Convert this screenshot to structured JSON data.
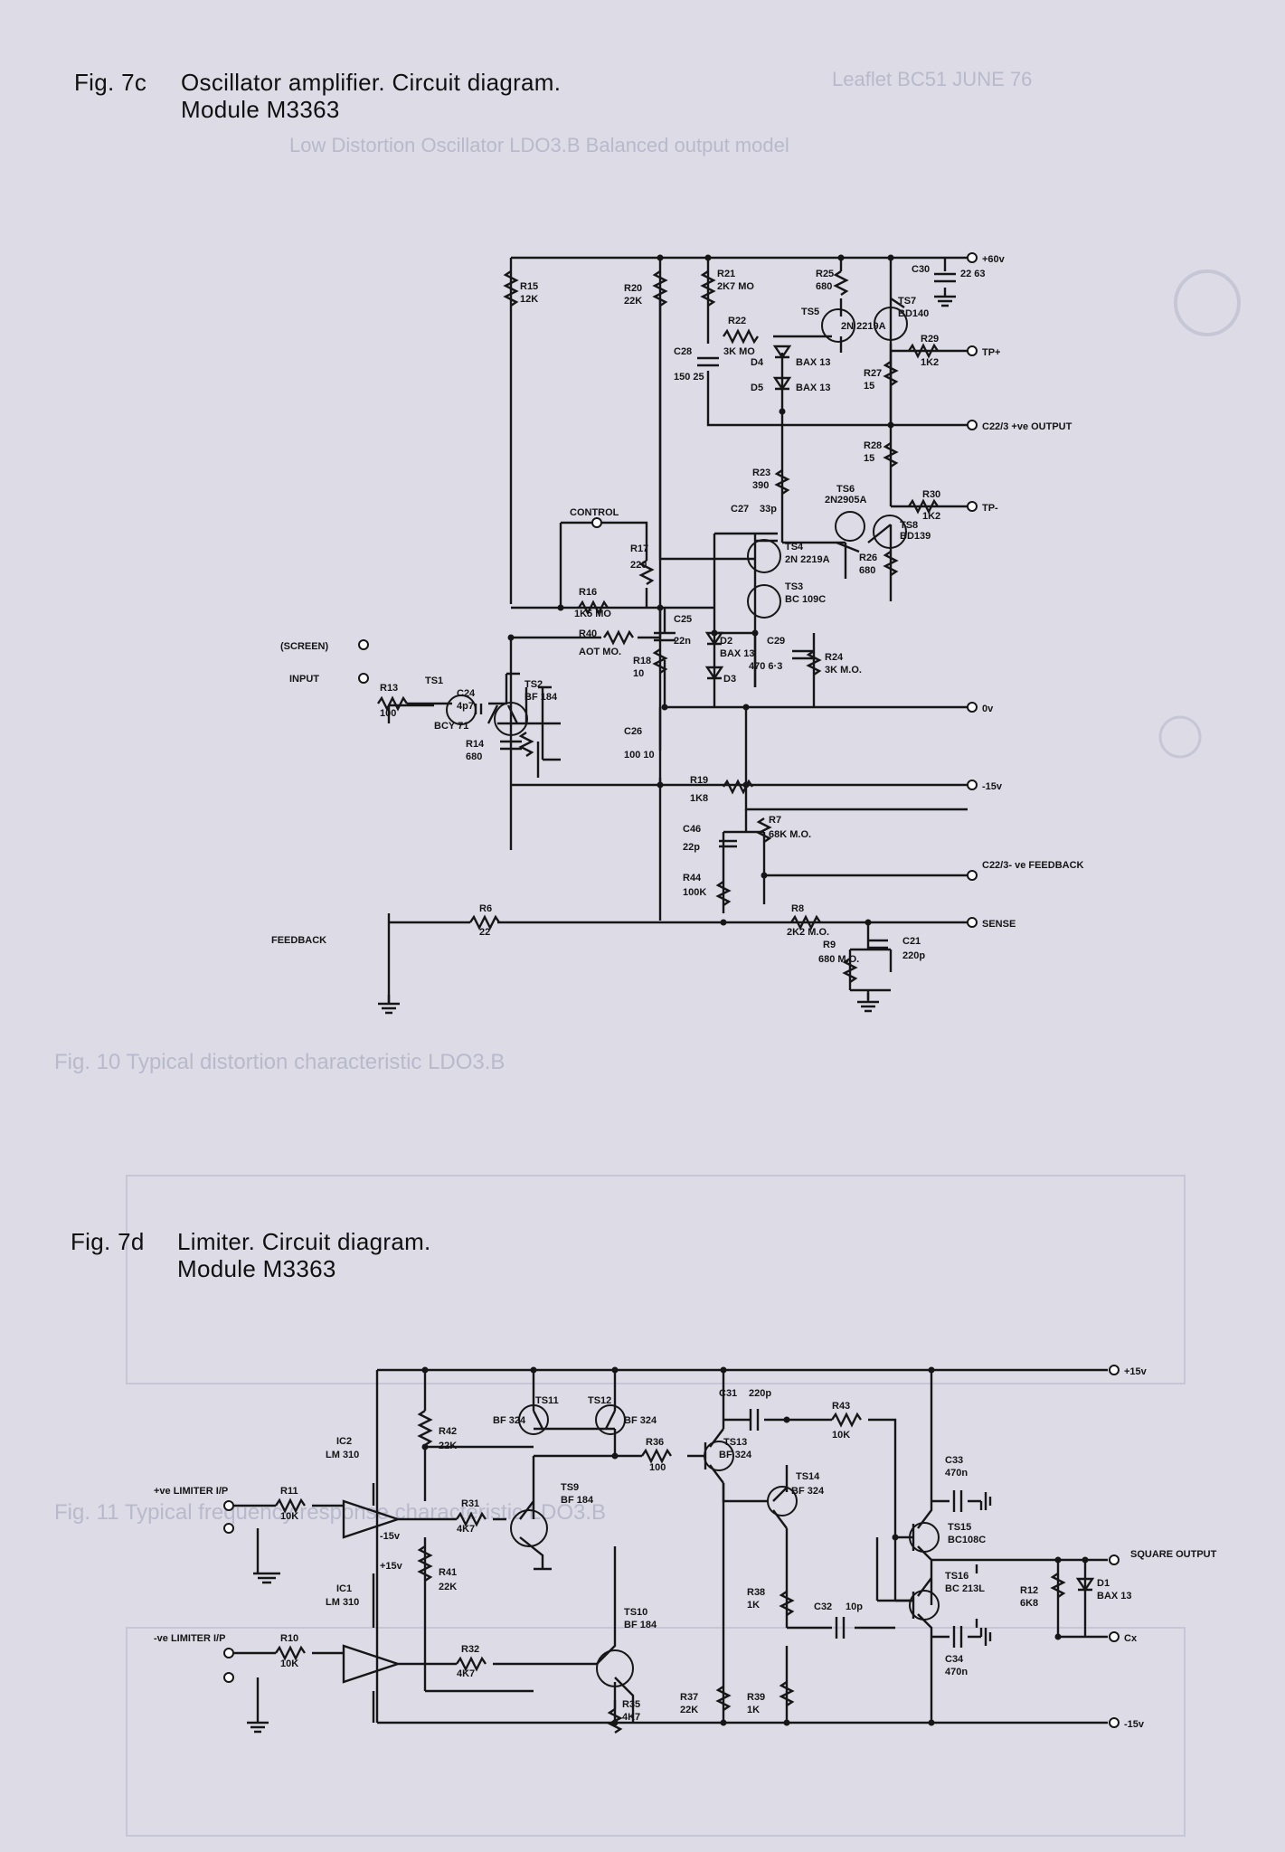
{
  "fig7c": {
    "number": "Fig. 7c",
    "title_line1": "Oscillator amplifier. Circuit diagram.",
    "title_line2": "Module M3363",
    "components": {
      "R15": {
        "ref": "R15",
        "value": "12K"
      },
      "R20": {
        "ref": "R20",
        "value": "22K"
      },
      "R21": {
        "ref": "R21",
        "value": "2K7 MO"
      },
      "R22": {
        "ref": "R22",
        "value": "3K MO"
      },
      "R25": {
        "ref": "R25",
        "value": "680"
      },
      "C30": {
        "ref": "C30",
        "value": "22 63"
      },
      "C28": {
        "ref": "C28",
        "value": "150 25"
      },
      "TS5": {
        "ref": "TS5",
        "value": "2N 2219A"
      },
      "TS7": {
        "ref": "TS7",
        "value": "BD140"
      },
      "R29": {
        "ref": "R29",
        "value": "1K2"
      },
      "D4": {
        "ref": "D4",
        "value": "BAX 13"
      },
      "D5": {
        "ref": "D5",
        "value": "BAX 13"
      },
      "R27": {
        "ref": "R27",
        "value": "15"
      },
      "R28": {
        "ref": "R28",
        "value": "15"
      },
      "R23": {
        "ref": "R23",
        "value": "390"
      },
      "TS6": {
        "ref": "TS6",
        "value": "2N2905A"
      },
      "R30": {
        "ref": "R30",
        "value": "1K2"
      },
      "TS8": {
        "ref": "TS8",
        "value": "BD139"
      },
      "R26": {
        "ref": "R26",
        "value": "680"
      },
      "C27": {
        "ref": "C27",
        "value": "33p"
      },
      "TS4": {
        "ref": "TS4",
        "value": "2N 2219A"
      },
      "TS3": {
        "ref": "TS3",
        "value": "BC 109C"
      },
      "R17": {
        "ref": "R17",
        "value": "220"
      },
      "R16": {
        "ref": "R16",
        "value": "1K5 MO"
      },
      "R40": {
        "ref": "R40",
        "value": "AOT MO."
      },
      "C25": {
        "ref": "C25",
        "value": "22n"
      },
      "D2": {
        "ref": "D2",
        "value": "BAX 13"
      },
      "D3": {
        "ref": "D3",
        "value": ""
      },
      "C29": {
        "ref": "C29",
        "value": "470 6·3"
      },
      "R24": {
        "ref": "R24",
        "value": "3K M.O."
      },
      "R18": {
        "ref": "R18",
        "value": "10"
      },
      "C24": {
        "ref": "C24",
        "value": "4p7"
      },
      "TS1": {
        "ref": "TS1",
        "value": "BCY 71"
      },
      "TS2": {
        "ref": "TS2",
        "value": "BF 184"
      },
      "R13": {
        "ref": "R13",
        "value": "100"
      },
      "R14": {
        "ref": "R14",
        "value": "680"
      },
      "C26": {
        "ref": "C26",
        "value": "100 10"
      },
      "R19": {
        "ref": "R19",
        "value": "1K8"
      },
      "C46": {
        "ref": "C46",
        "value": "22p"
      },
      "R7": {
        "ref": "R7",
        "value": "68K M.O."
      },
      "R44": {
        "ref": "R44",
        "value": "100K"
      },
      "R6": {
        "ref": "R6",
        "value": "22"
      },
      "R8": {
        "ref": "R8",
        "value": "2K2 M.O."
      },
      "R9": {
        "ref": "R9",
        "value": "680 M.O."
      },
      "C21": {
        "ref": "C21",
        "value": "220p"
      }
    },
    "terminals": {
      "plus60": "+60v",
      "tp_plus": "TP+",
      "output": "C22/3 +ve OUTPUT",
      "tp_minus": "TP-",
      "zero_v": "0v",
      "minus15": "-15v",
      "feedback_out": "C22/3- ve FEEDBACK",
      "sense": "SENSE",
      "control": "CONTROL",
      "screen": "(SCREEN)",
      "input": "INPUT",
      "feedback_in": "FEEDBACK"
    }
  },
  "fig7d": {
    "number": "Fig. 7d",
    "title_line1": "Limiter. Circuit diagram.",
    "title_line2": "Module M3363",
    "components": {
      "IC2": {
        "ref": "IC2",
        "value": "LM 310"
      },
      "IC1": {
        "ref": "IC1",
        "value": "LM 310"
      },
      "R11": {
        "ref": "R11",
        "value": "10K"
      },
      "R10": {
        "ref": "R10",
        "value": "10K"
      },
      "R42": {
        "ref": "R42",
        "value": "22K"
      },
      "R41": {
        "ref": "R41",
        "value": "22K"
      },
      "R31": {
        "ref": "R31",
        "value": "4K7"
      },
      "R32": {
        "ref": "R32",
        "value": "4K7"
      },
      "TS9": {
        "ref": "TS9",
        "value": "BF 184"
      },
      "TS10": {
        "ref": "TS10",
        "value": "BF 184"
      },
      "TS11": {
        "ref": "TS11",
        "value": "BF 324"
      },
      "TS12": {
        "ref": "TS12",
        "value": "BF 324"
      },
      "R36": {
        "ref": "R36",
        "value": "100"
      },
      "TS13": {
        "ref": "TS13",
        "value": "BF 324"
      },
      "TS14": {
        "ref": "TS14",
        "value": "BF 324"
      },
      "C31": {
        "ref": "C31",
        "value": "220p"
      },
      "R43": {
        "ref": "R43",
        "value": "10K"
      },
      "R35": {
        "ref": "R35",
        "value": "4K7"
      },
      "R37": {
        "ref": "R37",
        "value": "22K"
      },
      "R39": {
        "ref": "R39",
        "value": "1K"
      },
      "R38": {
        "ref": "R38",
        "value": "1K"
      },
      "C32": {
        "ref": "C32",
        "value": "10p"
      },
      "C33": {
        "ref": "C33",
        "value": "470n"
      },
      "C34": {
        "ref": "C34",
        "value": "470n"
      },
      "TS15": {
        "ref": "TS15",
        "value": "BC108C"
      },
      "TS16": {
        "ref": "TS16",
        "value": "BC 213L"
      },
      "R12": {
        "ref": "R12",
        "value": "6K8"
      },
      "D1": {
        "ref": "D1",
        "value": "BAX 13"
      }
    },
    "terminals": {
      "plus15": "+15v",
      "minus15": "-15v",
      "square_output": "SQUARE OUTPUT",
      "cx": "Cx",
      "pos_limiter": "+ve LIMITER I/P",
      "neg_limiter": "-ve LIMITER I/P",
      "ic2_m15": "-15v",
      "ic1_p15": "+15v"
    }
  },
  "ghost_text": {
    "header": "Leaflet BC51 JUNE 76",
    "subhead": "Low Distortion Oscillator LDO3.B Balanced output model",
    "fig10": "Fig. 10 Typical distortion characteristic LDO3.B",
    "fig11": "Fig. 11 Typical frequency response characteristic LDO3.B"
  },
  "colors": {
    "paper": "#dcdbe6",
    "ink": "#161616",
    "ghost": "#b9b9cc"
  }
}
